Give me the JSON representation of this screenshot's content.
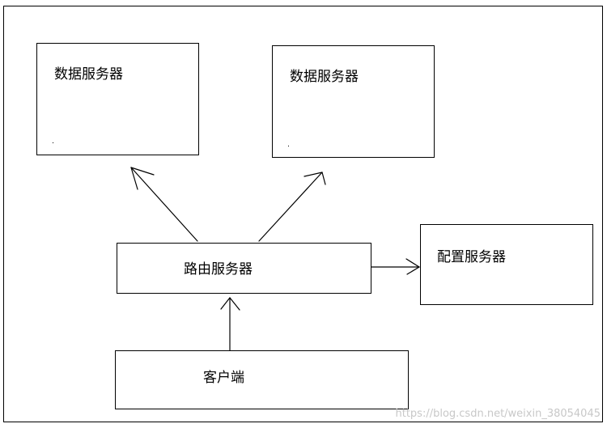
{
  "diagram": {
    "nodes": {
      "data_server_1": {
        "label": "数据服务器"
      },
      "data_server_2": {
        "label": "数据服务器"
      },
      "router": {
        "label": "路由服务器"
      },
      "config_server": {
        "label": "配置服务器"
      },
      "client": {
        "label": "客户端"
      }
    },
    "edges": [
      {
        "from": "client",
        "to": "router"
      },
      {
        "from": "router",
        "to": "data_server_1"
      },
      {
        "from": "router",
        "to": "data_server_2"
      },
      {
        "from": "router",
        "to": "config_server"
      }
    ],
    "colors": {
      "stroke": "#000000",
      "background": "#ffffff",
      "watermark": "#c8c8c8"
    }
  },
  "watermark": "https://blog.csdn.net/weixin_38054045"
}
